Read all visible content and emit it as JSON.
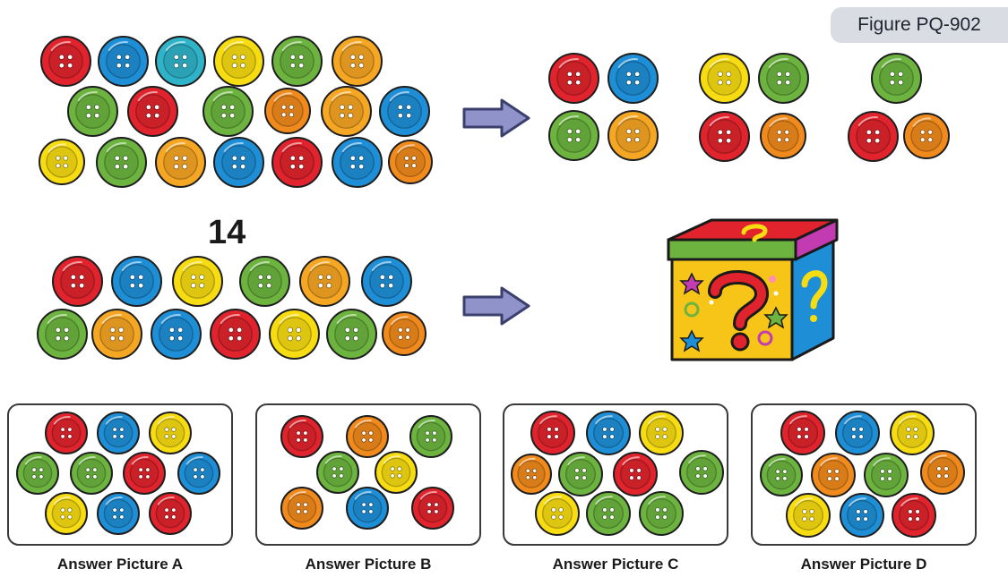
{
  "figure_label": "Figure PQ-902",
  "count_label": "14",
  "answers": [
    {
      "label": "Answer Picture A"
    },
    {
      "label": "Answer Picture B"
    },
    {
      "label": "Answer Picture C"
    },
    {
      "label": "Answer Picture D"
    }
  ],
  "colors": {
    "red": "#e0232c",
    "blue": "#1e8fd6",
    "teal": "#2fb3c9",
    "yellow": "#f7dc12",
    "green": "#6cb43f",
    "orange": "#f08a1c",
    "amber": "#f5a623",
    "arrow": "#8f93c9"
  },
  "icons": {
    "button": "button-icon",
    "arrow": "arrow-right-icon",
    "mystery": "mystery-box-icon"
  }
}
